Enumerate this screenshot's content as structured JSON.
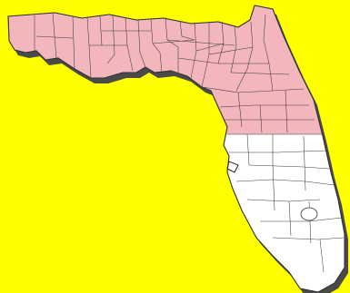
{
  "map": {
    "subject": "Florida",
    "colors": {
      "background": "#ffff00",
      "north_region": "#f2b6bc",
      "south_region": "#ffffff",
      "county_lines": "#3a3a3a",
      "shadow": "#4a4a4a"
    },
    "regions": [
      {
        "key": "north-florida",
        "fill_key": "north_region"
      },
      {
        "key": "south-florida",
        "fill_key": "south_region"
      }
    ]
  }
}
